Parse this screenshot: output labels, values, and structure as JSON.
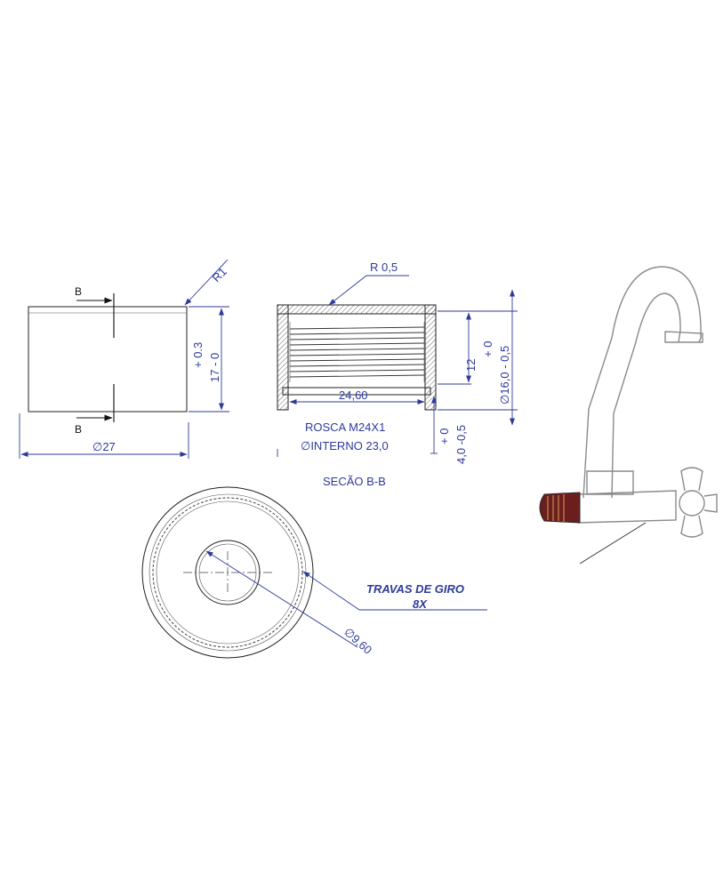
{
  "side_view": {
    "section_label_top": "B",
    "section_label_bottom": "B",
    "radius_label": "R1",
    "height_tol": "+ 0.3",
    "height_dim": "17 - 0",
    "diameter_dim": "∅27"
  },
  "section_view": {
    "radius_label": "R 0,5",
    "inner_width": "24,60",
    "depth_dim": "12",
    "bore_tol": "+ 0",
    "bore_dim": "∅16,0 - 0,5",
    "base_tol": "+ 0",
    "base_dim": "4,0 -0,5",
    "thread_note": "ROSCA M24X1",
    "internal_note": "∅INTERNO 23,0",
    "caption": "SECÃO B-B"
  },
  "front_view": {
    "callout_line1": "TRAVAS DE GIRO",
    "callout_line2": "8X",
    "hole_dim": "∅9,60"
  }
}
